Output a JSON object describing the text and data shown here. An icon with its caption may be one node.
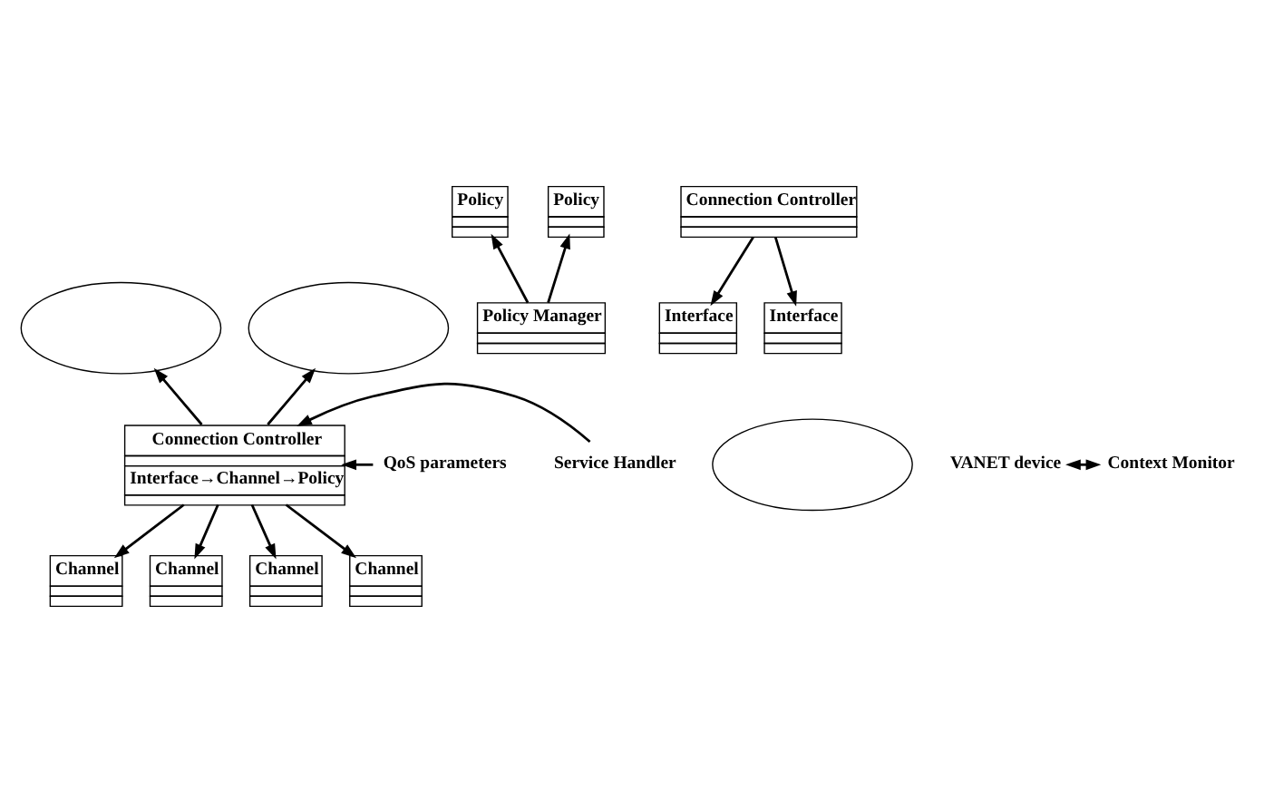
{
  "diagram": {
    "nodes": [
      {
        "text": [],
        "shape": "ellipse"
      },
      {
        "text": [
          "Policy"
        ]
      },
      {
        "text": [
          "Policy"
        ]
      },
      {
        "text": [
          "Policy Manager"
        ]
      },
      {
        "text": [],
        "shape": "ellipse"
      },
      {
        "text": [
          "Connection Controller"
        ]
      },
      {
        "text": [
          "Interface"
        ]
      },
      {
        "text": [
          "Interface"
        ]
      },
      {
        "text": [],
        "shape": "ellipse"
      },
      {
        "text": [
          "Connection Controller",
          "Interface→Channel→Policy"
        ]
      },
      {
        "text": [
          "VANET device"
        ]
      },
      {
        "text": [
          "Context Monitor"
        ]
      },
      {
        "text": [
          "QoS parameters"
        ]
      },
      {
        "text": [
          "Service Handler"
        ]
      },
      {
        "text": [
          "Channel"
        ]
      },
      {
        "text": [
          "Channel"
        ]
      },
      {
        "text": [
          "Channel"
        ]
      },
      {
        "text": [
          "Channel"
        ]
      }
    ],
    "edges": [
      {
        "from": 3,
        "to": 1,
        "arrow": "to"
      },
      {
        "from": 3,
        "to": 2,
        "arrow": "to"
      },
      {
        "from": 5,
        "to": 6,
        "arrow": "to"
      },
      {
        "from": 5,
        "to": 7,
        "arrow": "to"
      },
      {
        "from": 9,
        "to": 0,
        "arrow": "to"
      },
      {
        "from": 9,
        "to": 4,
        "arrow": "to"
      },
      {
        "from": 10,
        "to": 11,
        "arrow": "both"
      },
      {
        "from": 12,
        "to": 9,
        "arrow": "to"
      },
      {
        "from": 13,
        "to": 9,
        "arrow": "to"
      },
      {
        "from": 9,
        "to": 14,
        "arrow": "to"
      },
      {
        "from": 9,
        "to": 15,
        "arrow": "to"
      },
      {
        "from": 9,
        "to": 16,
        "arrow": "to"
      },
      {
        "from": 9,
        "to": 17,
        "arrow": "to"
      }
    ]
  }
}
